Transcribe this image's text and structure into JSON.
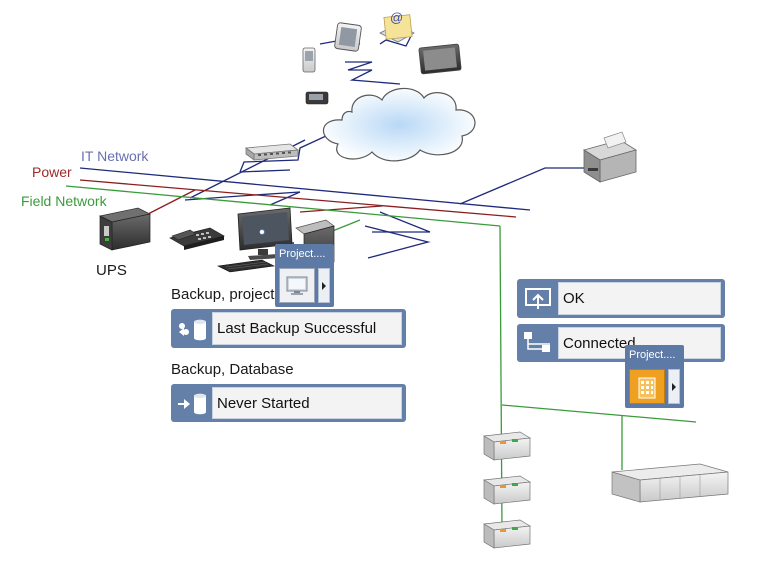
{
  "networks": {
    "it": {
      "label": "IT Network",
      "color": "#6a6fb0"
    },
    "power": {
      "label": "Power",
      "color": "#9b2a2a"
    },
    "field": {
      "label": "Field Network",
      "color": "#3a9b3a"
    }
  },
  "devices": {
    "ups_label": "UPS"
  },
  "icons": {
    "email": "email-icon",
    "cloud": "cloud-icon",
    "printer": "printer-icon",
    "workstation": "workstation-icon",
    "controller": "controller-icon",
    "building": "building-icon"
  },
  "left_panel": {
    "project_popup_title": "Project....",
    "backup_project_caption": "Backup, project",
    "backup_project_status": "Last Backup Successful",
    "backup_database_caption": "Backup, Database",
    "backup_database_status": "Never Started"
  },
  "right_panel": {
    "status_ok": "OK",
    "status_connected": "Connected",
    "project_popup_title": "Project...."
  },
  "colors": {
    "panel_blue": "#6480a8",
    "panel_text_bg": "#f3f3f3",
    "it_line": "#1f2a7a",
    "power_line": "#8b1f1f",
    "field_line": "#3a9b3a",
    "building_orange": "#f0a020"
  }
}
